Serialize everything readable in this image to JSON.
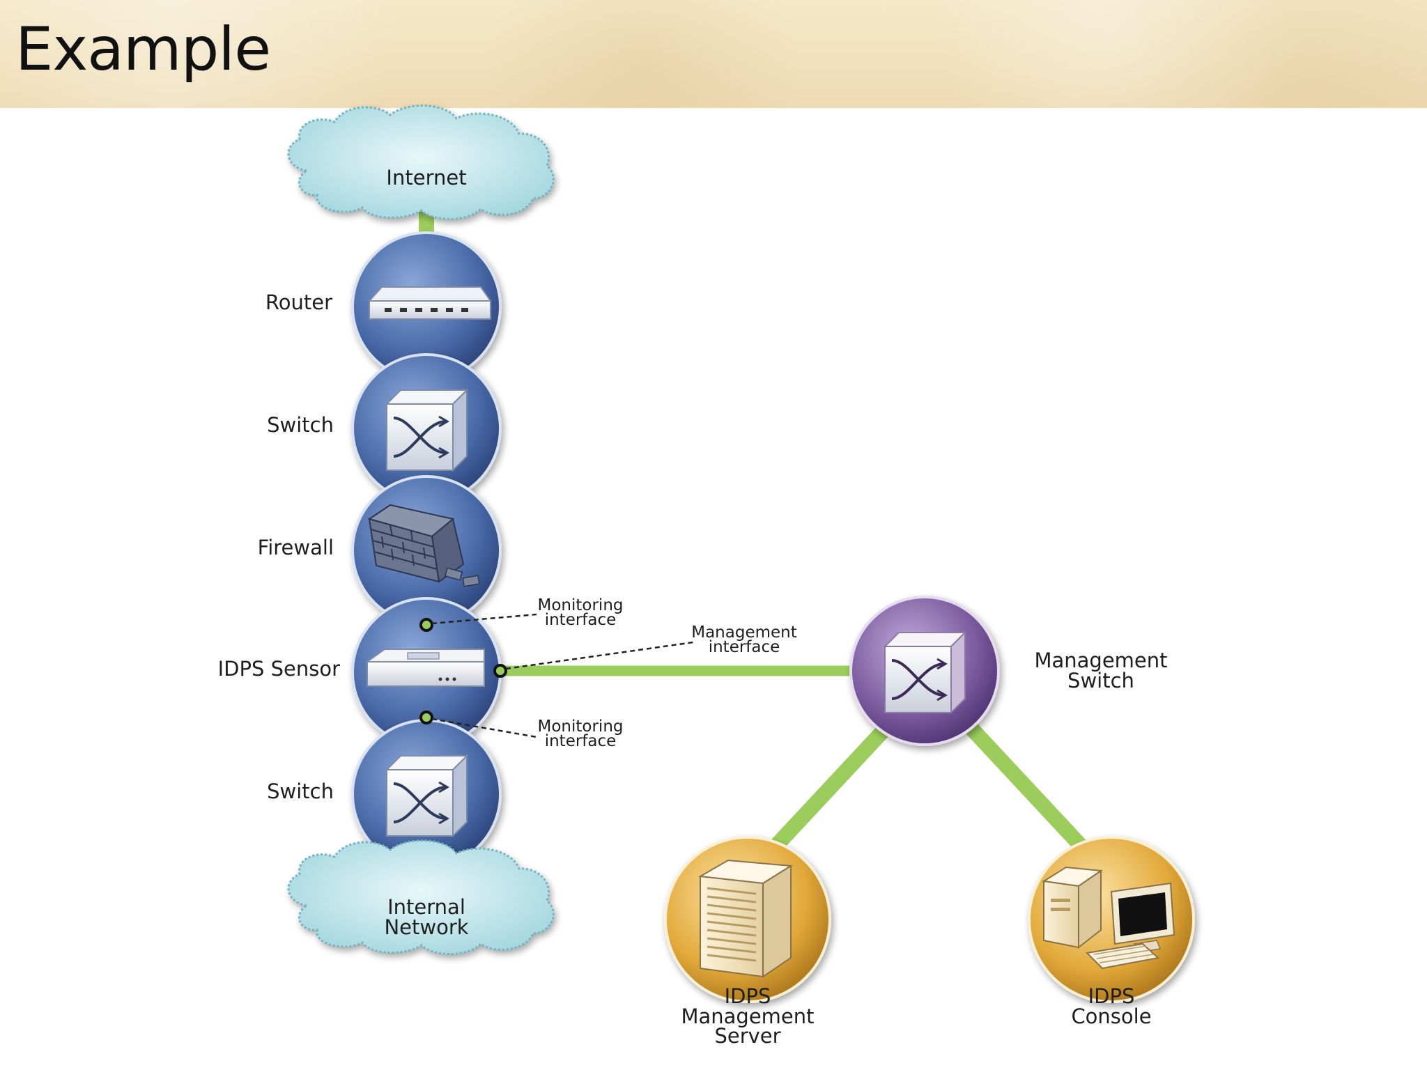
{
  "page": {
    "title": "Example"
  },
  "diagram": {
    "nodes": {
      "internet": {
        "label": "Internet",
        "icon": "cloud-icon"
      },
      "router": {
        "label": "Router",
        "icon": "router-icon"
      },
      "switch_top": {
        "label": "Switch",
        "icon": "switch-icon"
      },
      "firewall": {
        "label": "Firewall",
        "icon": "brick-wall-icon"
      },
      "sensor": {
        "label": "IDPS Sensor",
        "icon": "sensor-appliance-icon"
      },
      "switch_bottom": {
        "label": "Switch",
        "icon": "switch-icon"
      },
      "internal": {
        "label_line1": "Internal",
        "label_line2": "Network",
        "icon": "cloud-icon"
      },
      "mgmt_switch": {
        "label_line1": "Management",
        "label_line2": "Switch",
        "icon": "switch-icon"
      },
      "mgmt_server": {
        "label_line1": "IDPS",
        "label_line2": "Management",
        "label_line3": "Server",
        "icon": "server-tower-icon"
      },
      "console": {
        "label_line1": "IDPS",
        "label_line2": "Console",
        "icon": "desktop-computer-icon"
      }
    },
    "annotations": {
      "monitor_top": {
        "line1": "Monitoring",
        "line2": "interface"
      },
      "mgmt": {
        "line1": "Management",
        "line2": "interface"
      },
      "monitor_bottom": {
        "line1": "Monitoring",
        "line2": "interface"
      }
    },
    "colors": {
      "link": "#9ccd5c",
      "network_node": "#4a6aa8",
      "management_switch": "#7b5a9e",
      "management_host": "#e2a93a",
      "cloud": "#a9dce3"
    }
  }
}
